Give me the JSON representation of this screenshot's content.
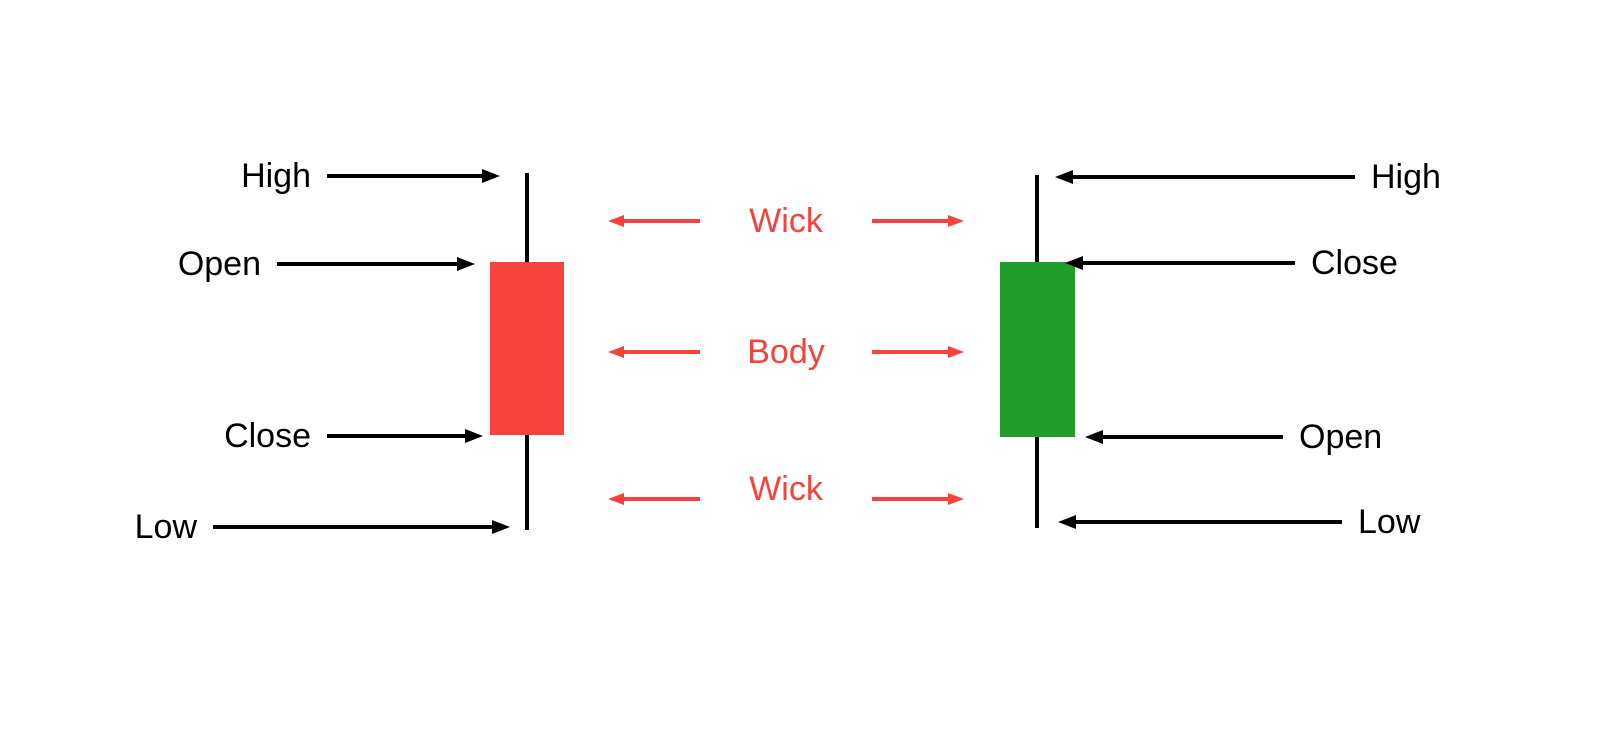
{
  "colors": {
    "background": "#ffffff",
    "bearish_body": "#f8423d",
    "bullish_body": "#1f9e2b",
    "annotation_red": "#f5423c",
    "ink": "#000000"
  },
  "left_candle": {
    "type": "bearish",
    "body_color": "#f8423d",
    "callouts": {
      "high": "High",
      "open": "Open",
      "close": "Close",
      "low": "Low"
    }
  },
  "right_candle": {
    "type": "bullish",
    "body_color": "#1f9e2b",
    "callouts": {
      "high": "High",
      "close": "Close",
      "open": "Open",
      "low": "Low"
    }
  },
  "center_annotations": {
    "upper_wick": "Wick",
    "body": "Body",
    "lower_wick": "Wick"
  }
}
